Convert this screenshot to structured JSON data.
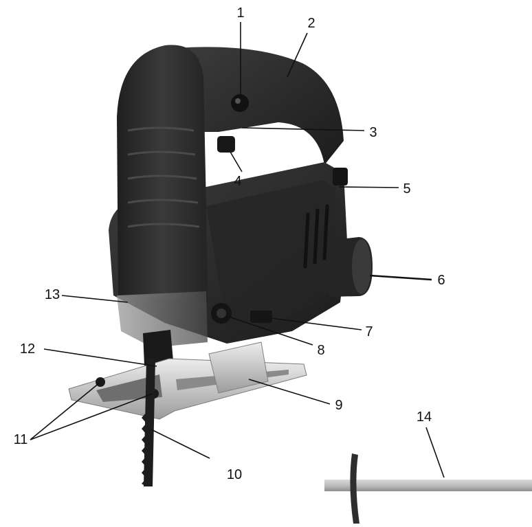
{
  "callouts": [
    "1",
    "2",
    "3",
    "4",
    "5",
    "6",
    "7",
    "8",
    "9",
    "10",
    "11",
    "12",
    "13",
    "14"
  ],
  "colors": {
    "body": "#2b2b2b",
    "metal": "#c8c8c8",
    "leader": "#111111",
    "background": "#ffffff"
  }
}
